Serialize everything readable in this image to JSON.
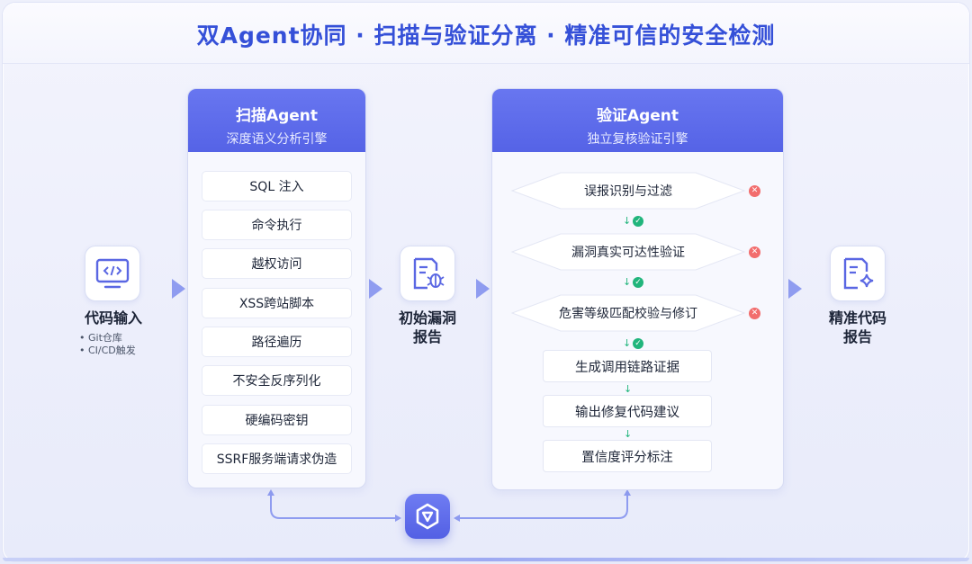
{
  "title": "双Agent协同 · 扫描与验证分离 · 精准可信的安全检测",
  "input": {
    "label": "代码输入",
    "bullets": [
      "• Git仓库",
      "• CI/CD触发"
    ]
  },
  "scan_agent": {
    "title": "扫描Agent",
    "subtitle": "深度语义分析引擎",
    "items": [
      "SQL 注入",
      "命令执行",
      "越权访问",
      "XSS跨站脚本",
      "路径遍历",
      "不安全反序列化",
      "硬编码密钥",
      "SSRF服务端请求伪造"
    ]
  },
  "initial_report": {
    "label_line1": "初始漏洞",
    "label_line2": "报告"
  },
  "verify_agent": {
    "title": "验证Agent",
    "subtitle": "独立复核验证引擎",
    "checks": [
      "误报识别与过滤",
      "漏洞真实可达性验证",
      "危害等级匹配校验与修订"
    ],
    "steps": [
      "生成调用链路证据",
      "输出修复代码建议",
      "置信度评分标注"
    ]
  },
  "final_report": {
    "label_line1": "精准代码",
    "label_line2": "报告"
  },
  "icons": {
    "input": "code-monitor-icon",
    "initial_report": "bug-report-icon",
    "final_report": "sparkle-report-icon",
    "center": "agent-logo-icon",
    "pass": "check-circle-icon",
    "reject": "x-circle-icon"
  },
  "colors": {
    "title": "#3550d8",
    "panel_header": "#5d6beb",
    "pass": "#21b57c",
    "reject": "#f26d6d",
    "arrow": "#8f9cf0"
  }
}
